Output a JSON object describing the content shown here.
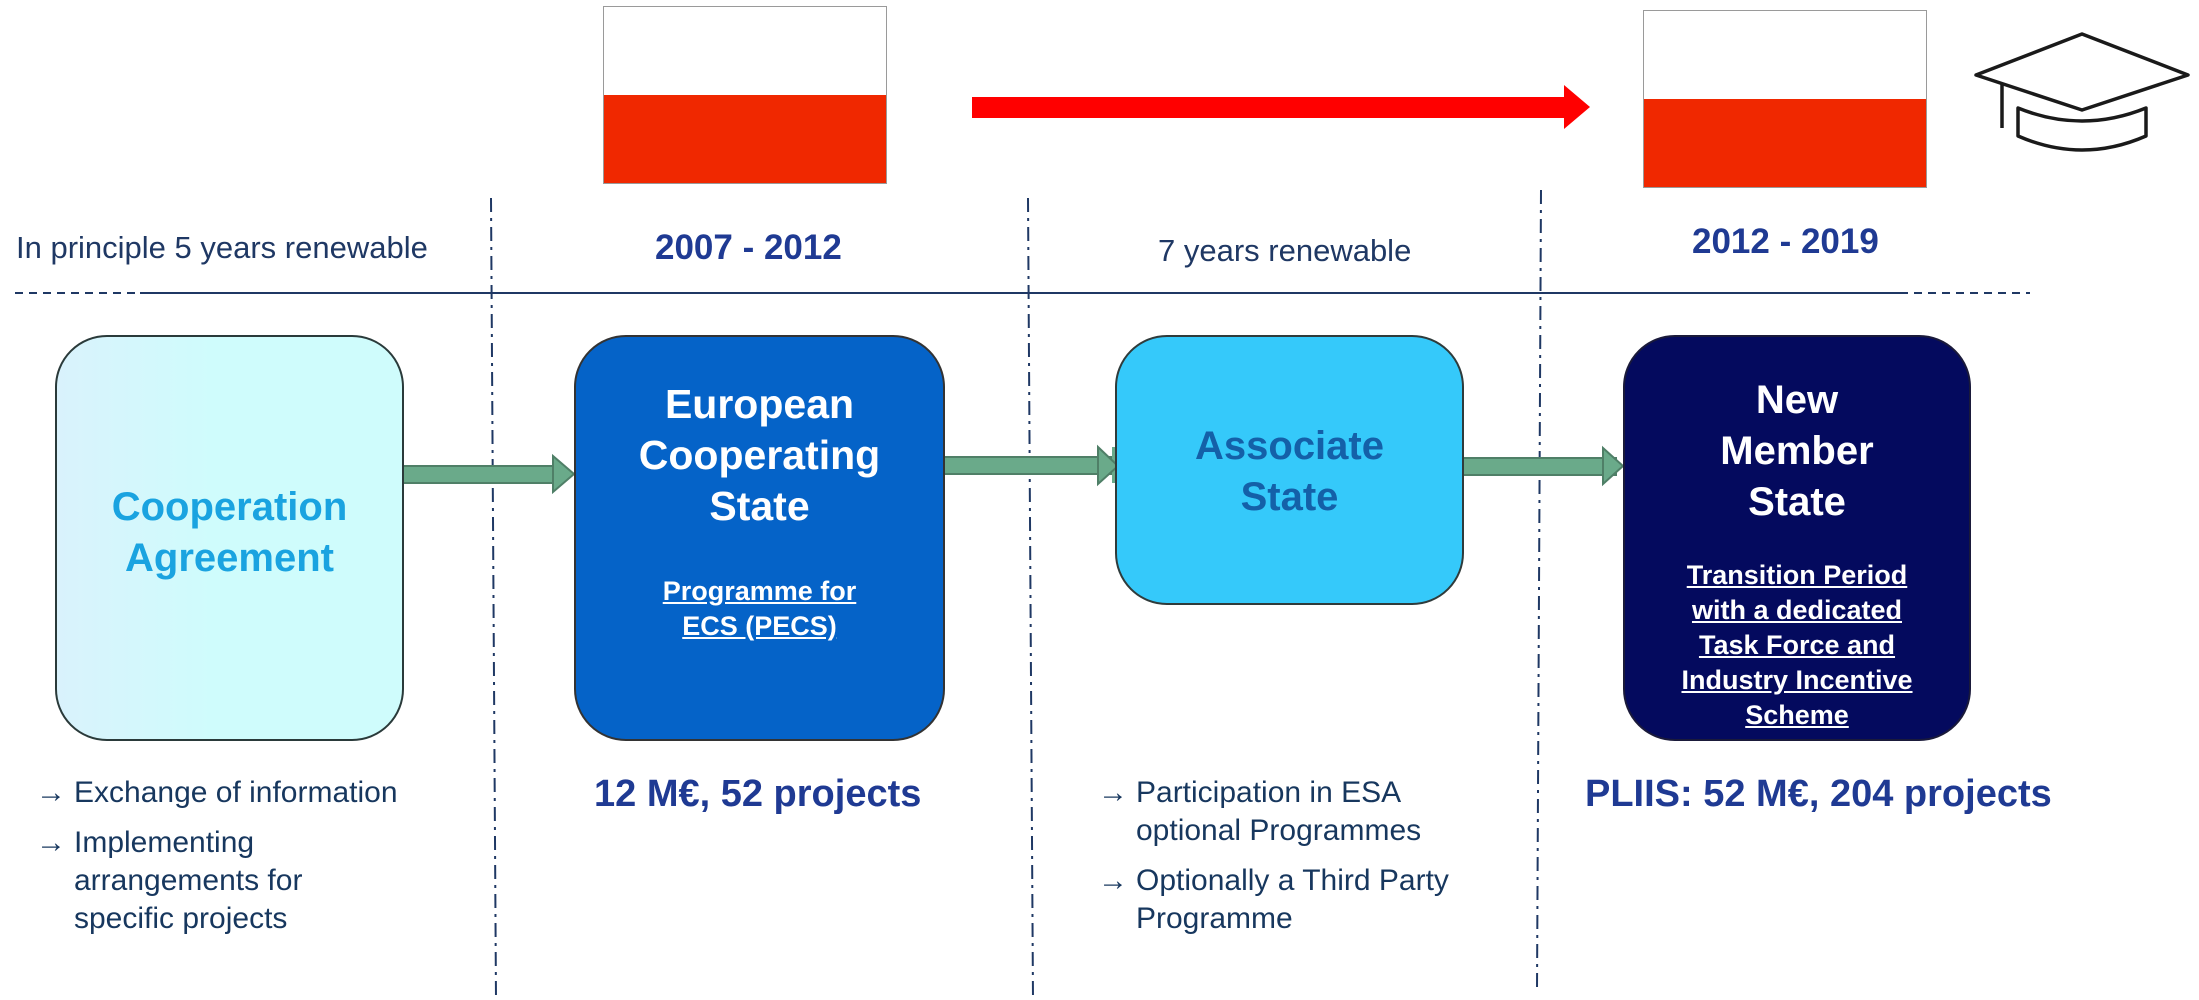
{
  "headers": {
    "col1": "In principle 5 years renewable",
    "col2": "2007 - 2012",
    "col3": "7 years renewable",
    "col4": "2012 - 2019"
  },
  "stages": [
    {
      "title": "Cooperation Agreement",
      "subtitle": ""
    },
    {
      "title": "European Cooperating State",
      "subtitle": "Programme for ECS (PECS)"
    },
    {
      "title": "Associate State",
      "subtitle": ""
    },
    {
      "title": "New Member State",
      "subtitle": "Transition Period with a dedicated Task Force and Industry Incentive Scheme"
    }
  ],
  "notes": {
    "col1": [
      "Exchange of information",
      "Implementing arrangements for specific projects"
    ],
    "col2": "12 M€, 52 projects",
    "col3": [
      "Participation in ESA optional Programmes",
      "Optionally a Third Party Programme"
    ],
    "col4": "PLIIS: 52 M€, 204 projects"
  },
  "arrow_glyph": "→",
  "icons": [
    "flag-icon",
    "flag-icon",
    "red-arrow-icon",
    "graduation-cap-icon"
  ],
  "colors": {
    "flag_red": "#f02800",
    "timeline_arrow": "#ff0000",
    "connector_arrow": "#6aaa8a",
    "stage1_fill": "#cffcfc",
    "stage2_fill": "#0563c8",
    "stage3_fill": "#35c9fa",
    "stage4_fill": "#040a5e",
    "text_dark_blue": "#1f3a93"
  }
}
